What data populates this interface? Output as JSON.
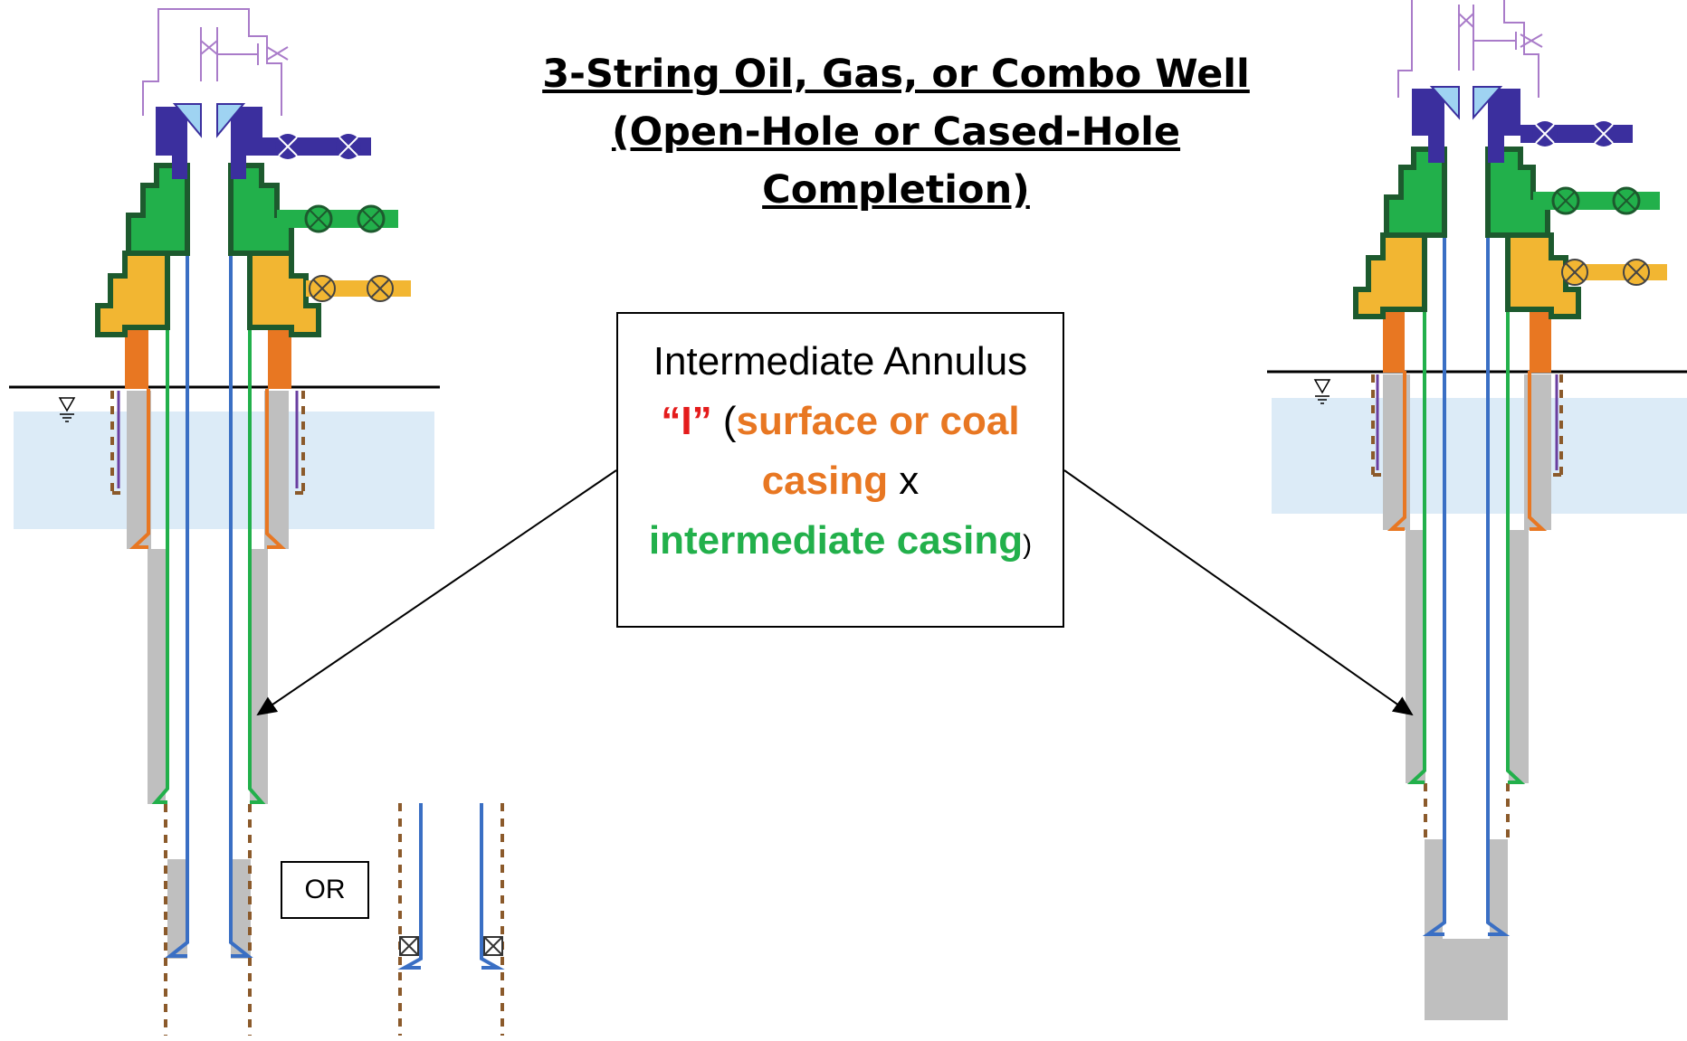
{
  "title": {
    "line1": "3-String Oil, Gas, or Combo Well",
    "line2": "(Open-Hole or Cased-Hole Completion)"
  },
  "callout": {
    "line1": "Intermediate Annulus",
    "tag": "“I”",
    "paren_open": " (",
    "orange_text": "surface or coal casing",
    "x_text": " x",
    "green_text": "intermediate casing",
    "paren_close": ")"
  },
  "or_label": "OR",
  "colors": {
    "production": "#3a6fc4",
    "intermediate": "#22b04b",
    "surface": "#e87722",
    "conductor": "#f2b632",
    "tubing_head": "#3b2f9e",
    "tree": "#a97bc9",
    "cement": "#bfbfbf",
    "aquifer": "#dcebf7",
    "hanger": "#9fd3f2",
    "dashed": "#8b5a2b"
  },
  "icons": [
    "water-table-icon",
    "valve-icon",
    "packer-icon",
    "arrow-icon"
  ]
}
